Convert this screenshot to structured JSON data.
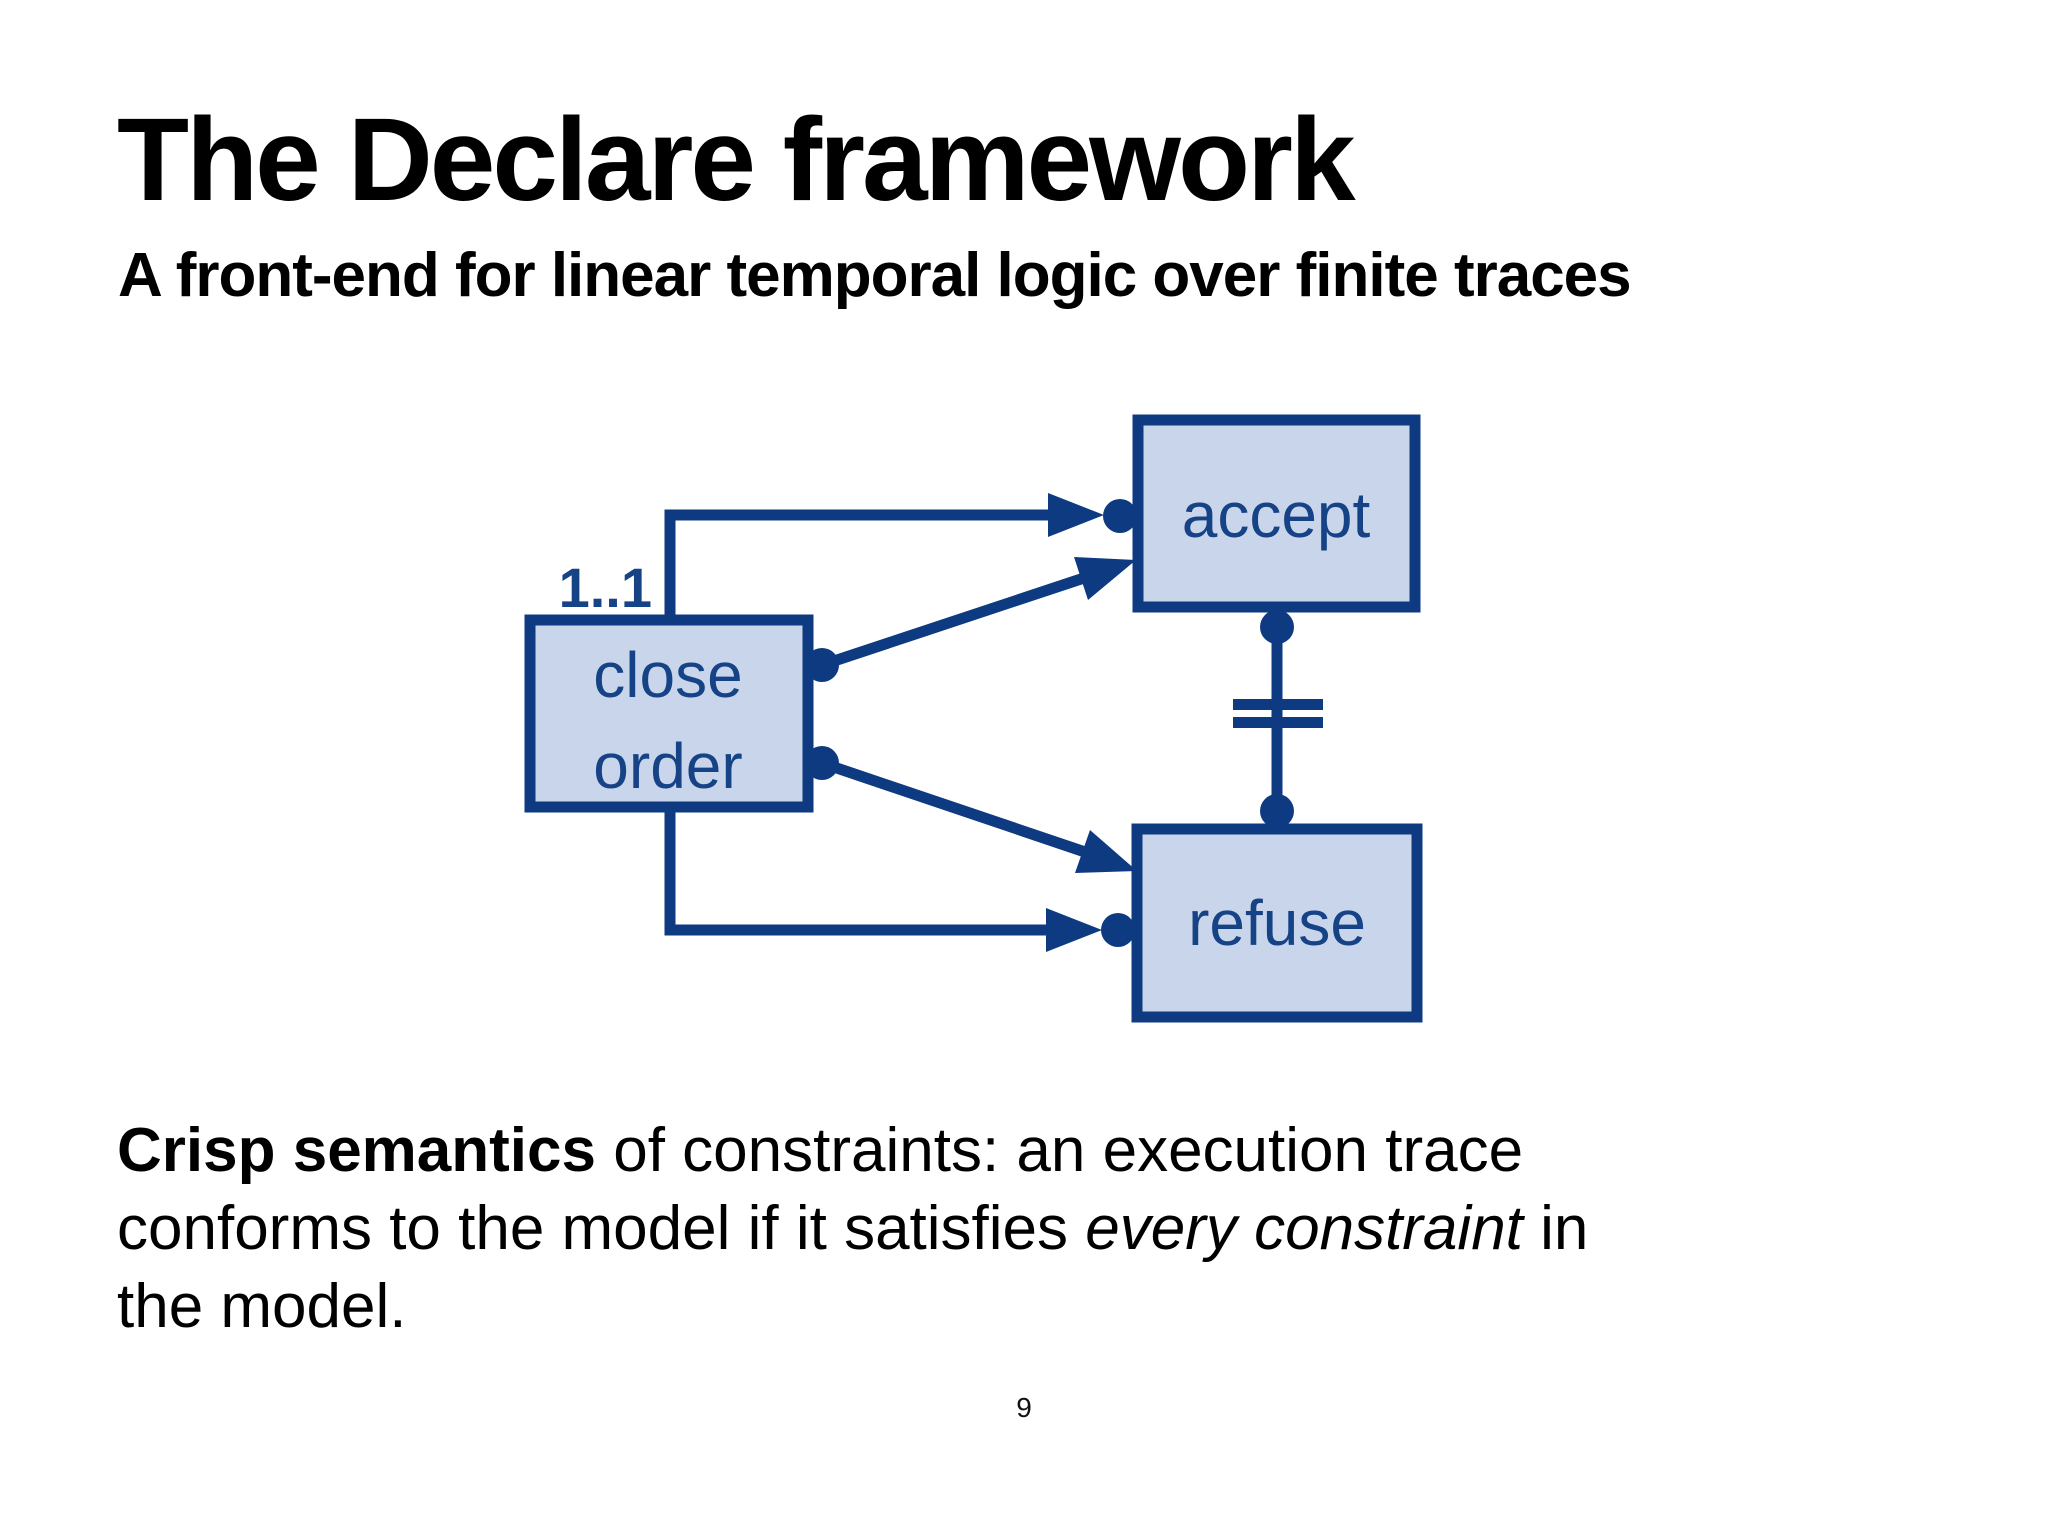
{
  "slide": {
    "title": "The Declare framework",
    "subtitle": "A front-end for linear temporal logic over finite traces",
    "page_number": "9"
  },
  "diagram": {
    "nodes": {
      "close_order": {
        "label_line1": "close",
        "label_line2": "order",
        "cardinality": "1..1"
      },
      "accept": {
        "label": "accept"
      },
      "refuse": {
        "label": "refuse"
      }
    },
    "colors": {
      "accent_navy": "#0d3a80",
      "node_fill": "#c8d5eb",
      "node_text": "#164286"
    }
  },
  "body": {
    "line1_bold": "Crisp semantics",
    "line1_rest": " of constraints: an execution trace",
    "line2_pre": "conforms to the model if it satisfies ",
    "line2_italic": "every constraint",
    "line2_post": " in",
    "line3": "the model."
  }
}
